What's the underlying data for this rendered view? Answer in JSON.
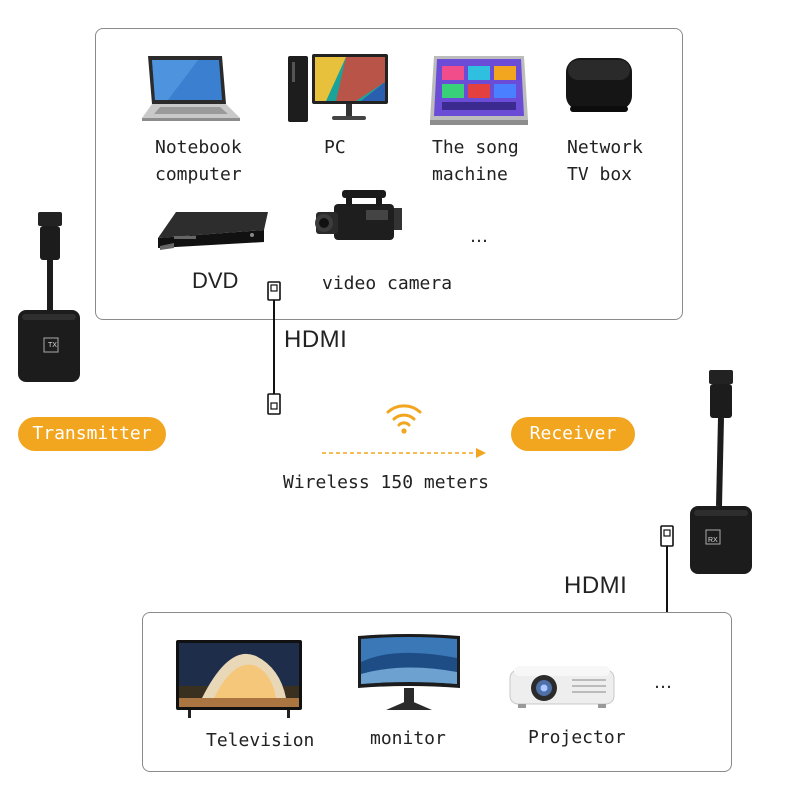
{
  "sources": {
    "items": [
      {
        "label": "Notebook\ncomputer",
        "icon": "laptop-icon"
      },
      {
        "label": "PC",
        "icon": "desktop-pc-icon"
      },
      {
        "label": "The song\nmachine",
        "icon": "karaoke-machine-icon"
      },
      {
        "label": "Network\nTV box",
        "icon": "tv-box-icon"
      },
      {
        "label": "DVD",
        "icon": "dvd-player-icon"
      },
      {
        "label": "video camera",
        "icon": "video-camera-icon"
      }
    ],
    "more": "…"
  },
  "hdmi_top": "HDMI",
  "hdmi_bottom": "HDMI",
  "transmitter": {
    "label": "Transmitter",
    "device_text": "TX"
  },
  "receiver": {
    "label": "Receiver",
    "device_text": "RX"
  },
  "wireless": {
    "label": "Wireless 150 meters"
  },
  "displays": {
    "items": [
      {
        "label": "Television",
        "icon": "television-icon"
      },
      {
        "label": "monitor",
        "icon": "monitor-icon"
      },
      {
        "label": "Projector",
        "icon": "projector-icon"
      }
    ],
    "more": "…"
  },
  "colors": {
    "accent": "#f2a51f",
    "device": "#1c1c1c"
  }
}
